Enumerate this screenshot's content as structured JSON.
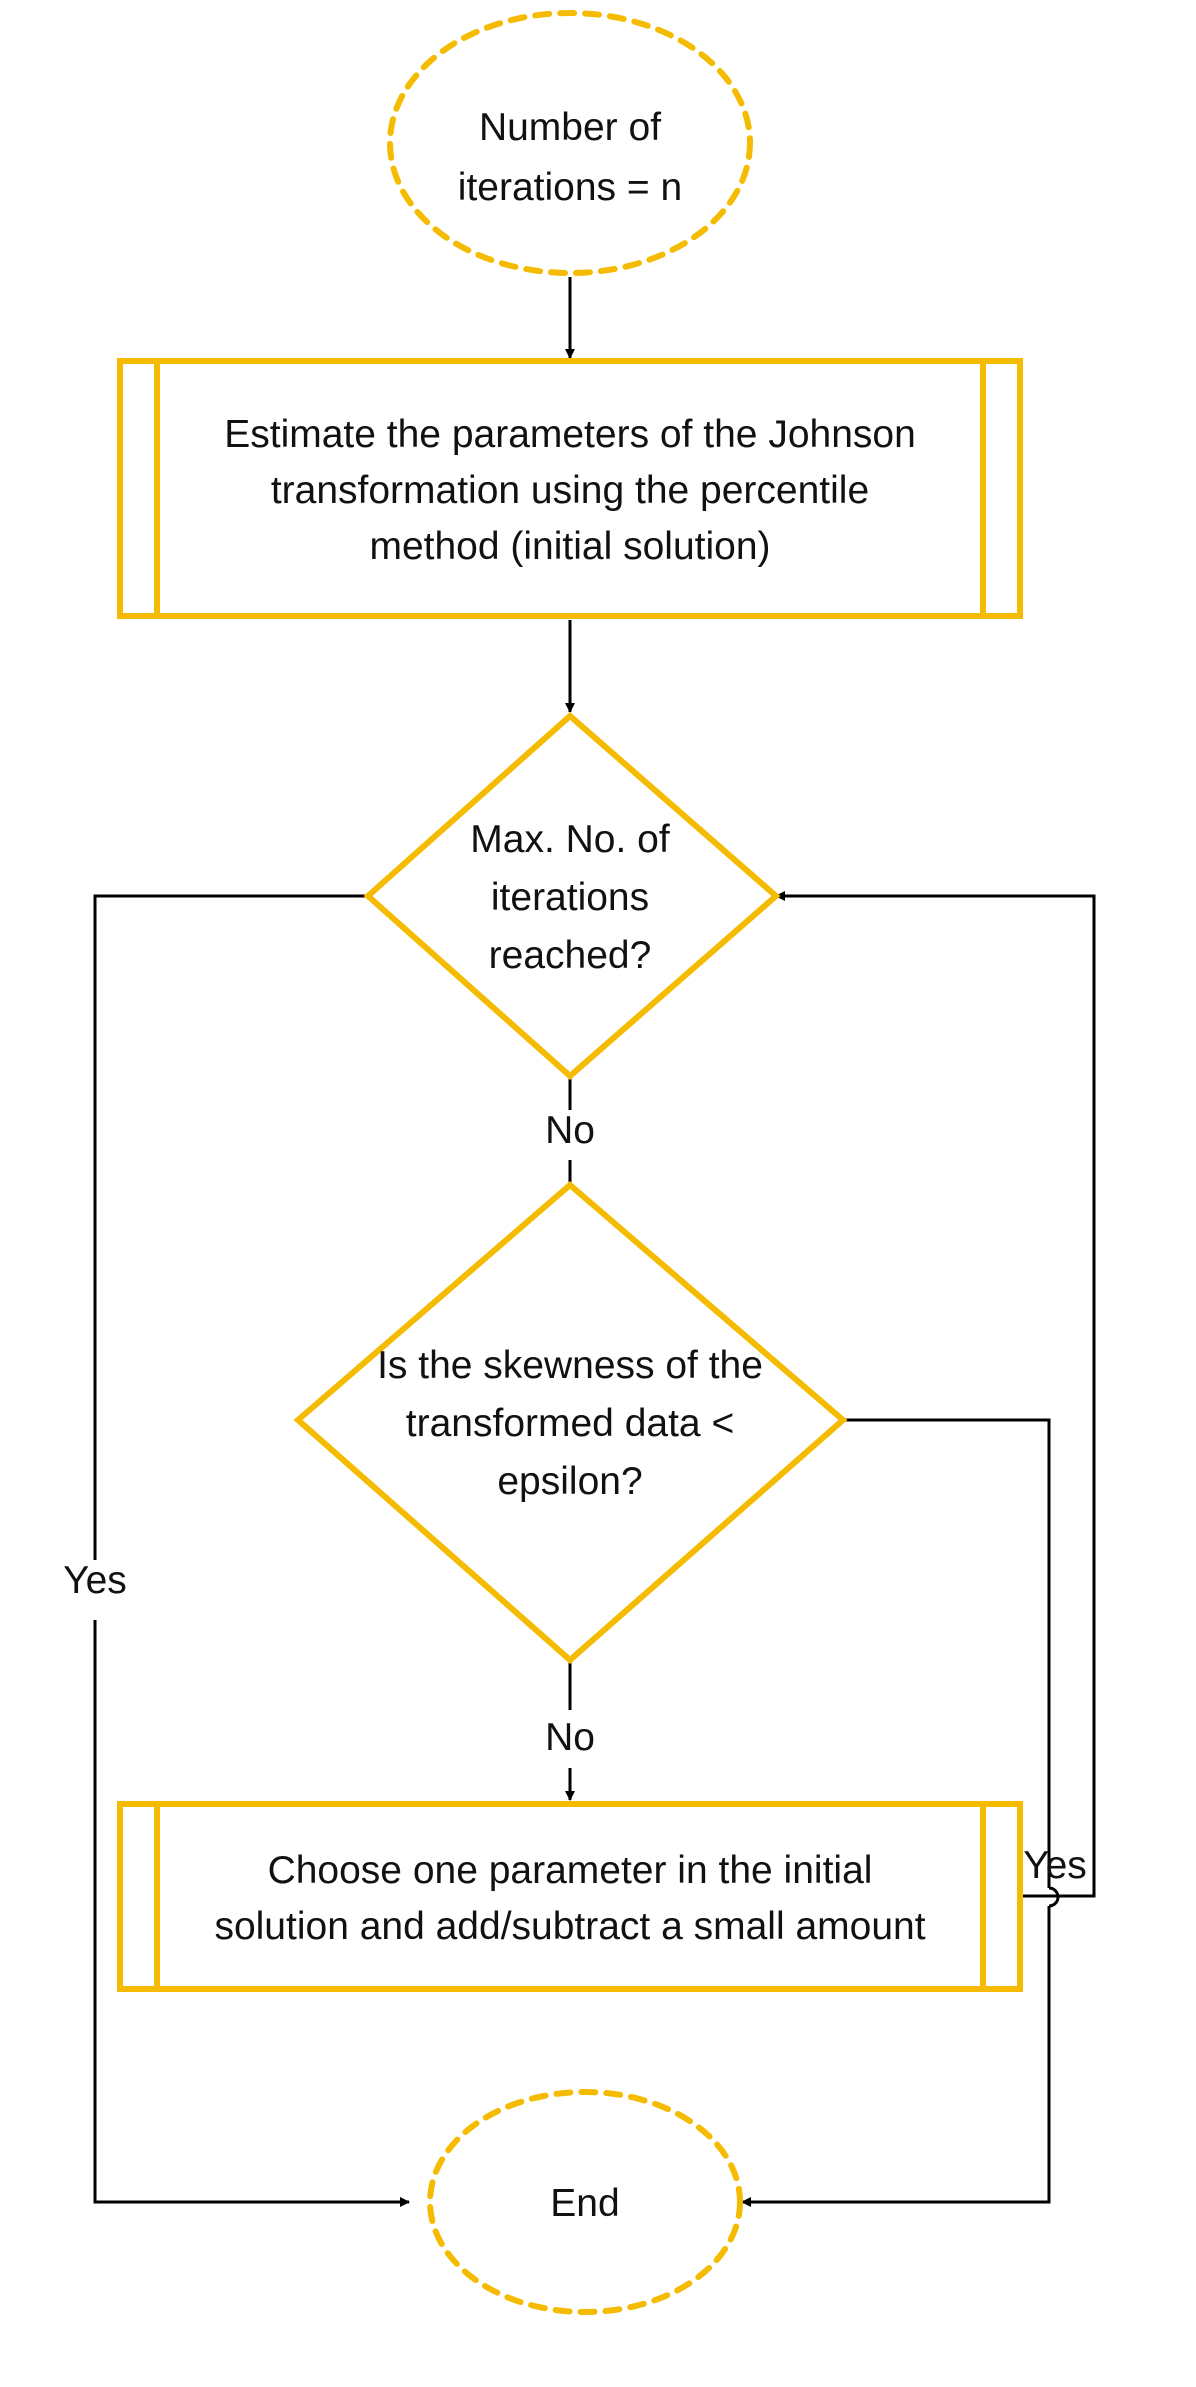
{
  "nodes": {
    "start": {
      "line1": "Number of",
      "line2": "iterations = n"
    },
    "estimate": {
      "line1": "Estimate the parameters of the Johnson",
      "line2": "transformation using the percentile",
      "line3": "method (initial solution)"
    },
    "max_iter": {
      "line1": "Max. No. of",
      "line2": "iterations",
      "line3": "reached?"
    },
    "skewness": {
      "line1": "Is the skewness of the",
      "line2": "transformed data <",
      "line3": "epsilon?"
    },
    "choose": {
      "line1": "Choose one parameter in the initial",
      "line2": "solution and add/subtract a small amount"
    },
    "end": {
      "label": "End"
    }
  },
  "edge_labels": {
    "max_iter_no": "No",
    "max_iter_yes": "Yes",
    "skewness_no": "No",
    "skewness_yes": "Yes"
  },
  "colors": {
    "shape_stroke": "#f5bb00",
    "connector": "#000000"
  }
}
